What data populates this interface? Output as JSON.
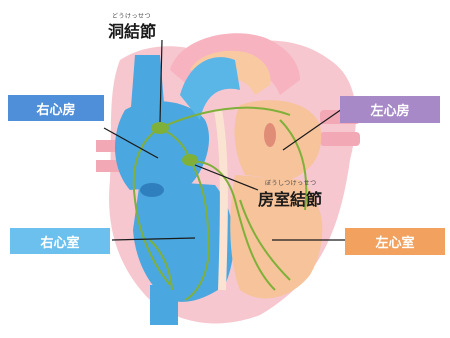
{
  "labels": {
    "sinoatrial_node": {
      "text": "洞結節",
      "reading": "どうけっせつ"
    },
    "av_node": {
      "text": "房室結節",
      "reading": "ぼうしつけっせつ"
    },
    "right_atrium": "右心房",
    "left_atrium": "左心房",
    "right_ventricle": "右心室",
    "left_ventricle": "左心室"
  },
  "colors": {
    "right_box": "#4f8fd9",
    "right_ventricle_box": "#6cc0ee",
    "left_atrium_box": "#a889c7",
    "left_ventricle_box": "#f2a25e",
    "heart_blue": "#4aa7e0",
    "heart_pink": "#f7c7cf",
    "heart_orange": "#f6c39b",
    "conduction_green": "#7fb03a"
  }
}
